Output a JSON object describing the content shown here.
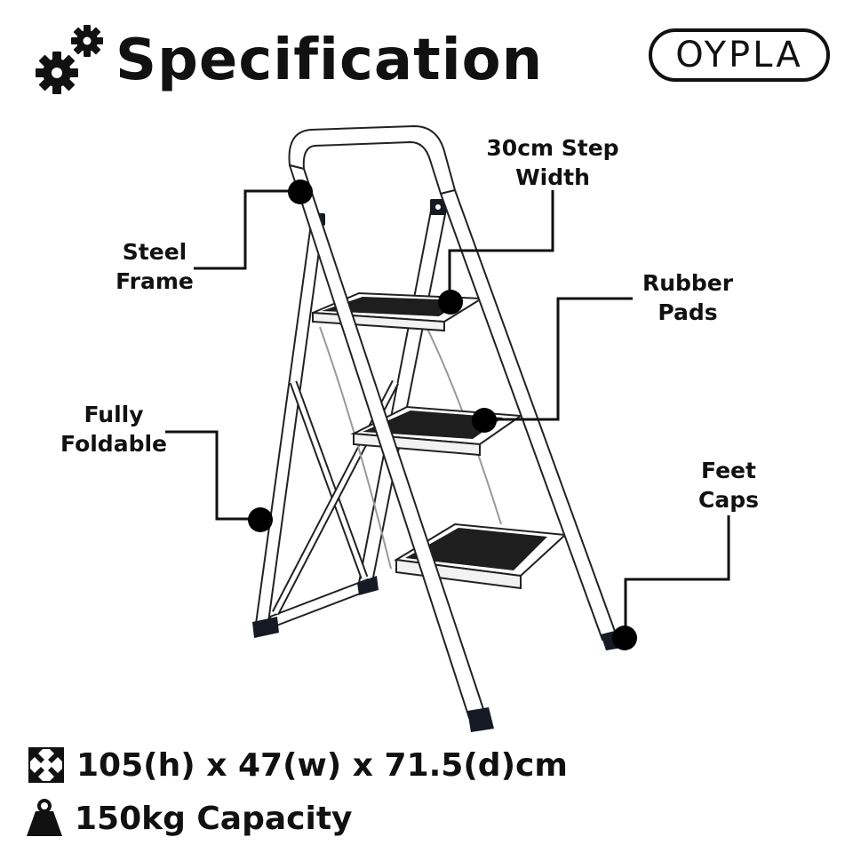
{
  "header": {
    "title": "Specification",
    "logo_text": "OYPLA"
  },
  "callouts": {
    "steel_frame": [
      "Steel",
      "Frame"
    ],
    "step_width": [
      "30cm Step",
      "Width"
    ],
    "rubber_pads": [
      "Rubber",
      "Pads"
    ],
    "fully_foldable": [
      "Fully",
      "Foldable"
    ],
    "feet_caps": [
      "Feet",
      "Caps"
    ]
  },
  "specs": {
    "dimensions": "105(h) x 47(w) x 71.5(d)cm",
    "capacity": "150kg Capacity"
  },
  "icons": {
    "header": "gears-icon",
    "dimensions": "expand-arrows-icon",
    "capacity": "weight-icon"
  },
  "colors": {
    "text": "#111111",
    "frame": "#ffffff",
    "pad": "#1e1e1e",
    "cap": "#151a24"
  }
}
